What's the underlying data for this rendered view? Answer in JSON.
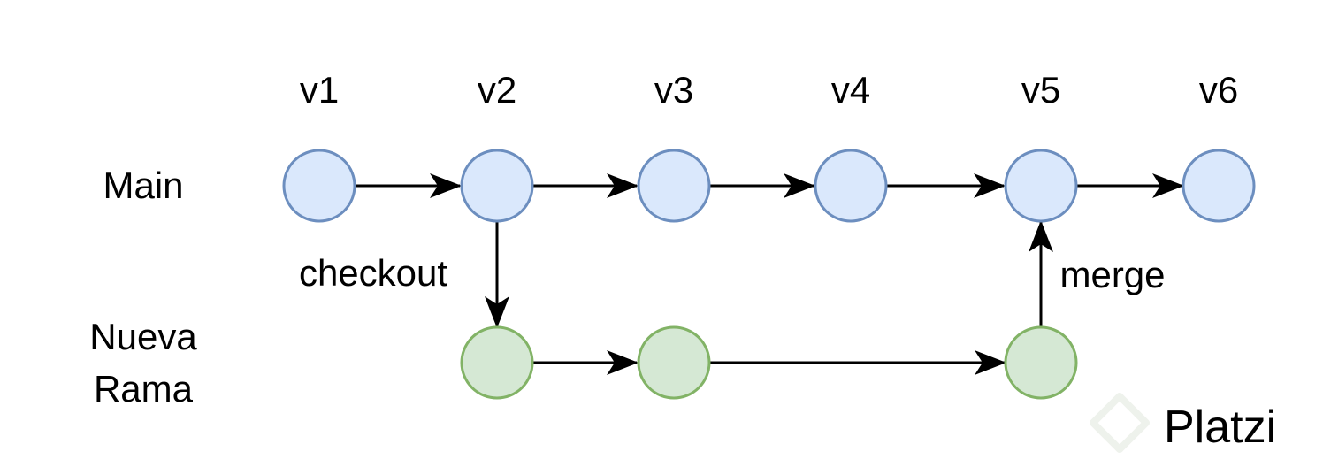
{
  "versions": [
    "v1",
    "v2",
    "v3",
    "v4",
    "v5",
    "v6"
  ],
  "branches": {
    "main": "Main",
    "feature_line1": "Nueva",
    "feature_line2": "Rama"
  },
  "actions": {
    "checkout": "checkout",
    "merge": "merge"
  },
  "watermark": "Platzi",
  "colors": {
    "main_fill": "#dae8fc",
    "main_stroke": "#6c8ebf",
    "feature_fill": "#d5e8d4",
    "feature_stroke": "#82b366",
    "edge": "#000000",
    "watermark": "#eef2ec"
  }
}
